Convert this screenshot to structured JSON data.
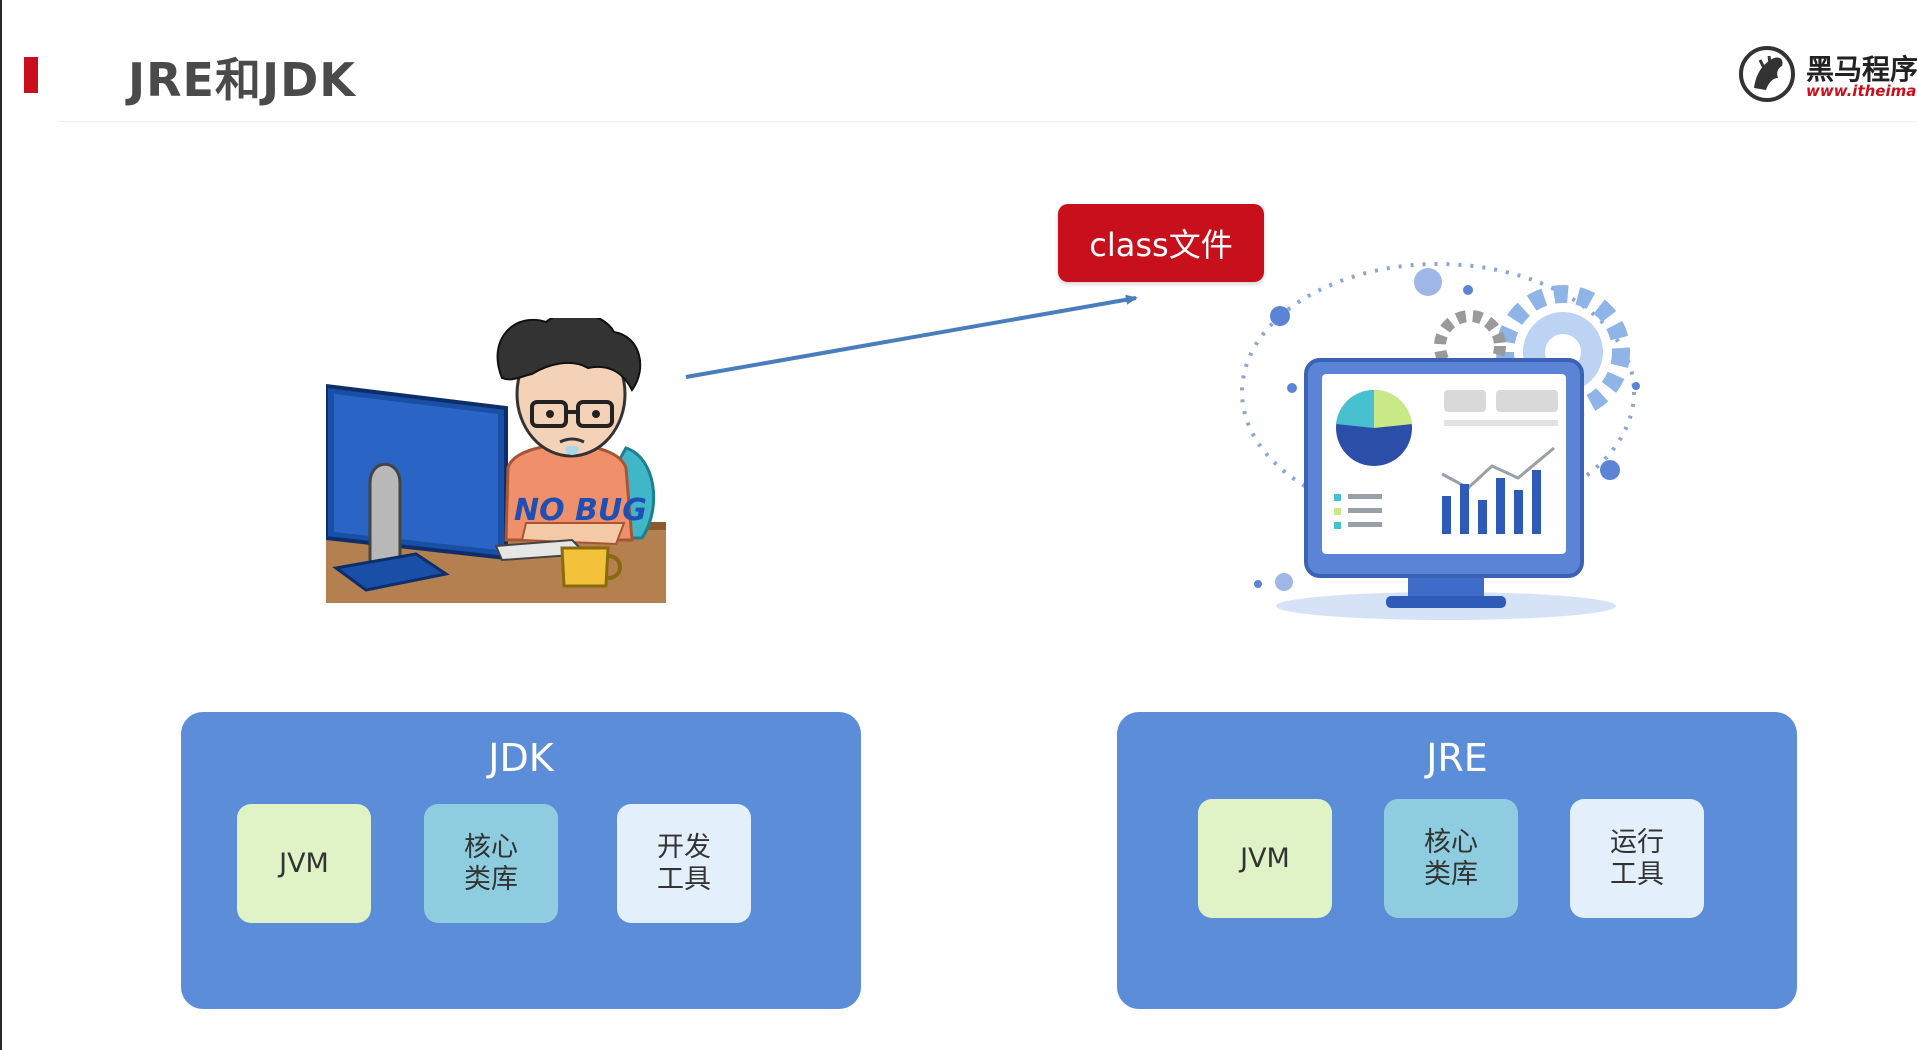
{
  "slide": {
    "title": "JRE和JDK",
    "accent_color": "#c8101d"
  },
  "logo": {
    "name": "黑马程序员",
    "url": "www.itheima.com",
    "icon": "horse-head-icon"
  },
  "flow": {
    "label": "class文件",
    "badge_color": "#c8101d",
    "arrow_color": "#4a7dbd"
  },
  "illustrations": {
    "developer": "developer-at-computer-icon",
    "developer_shirt_text": "NO BUG",
    "runtime": "monitor-with-gears-icon"
  },
  "colors": {
    "box": "#5b8dd9",
    "jvm": "#dff3c7",
    "core_lib": "#8ecde0",
    "tools": "#e3f0fb"
  },
  "groups": {
    "jdk": {
      "title": "JDK",
      "components": [
        "JVM",
        "核心\n类库",
        "开发\n工具"
      ]
    },
    "jre": {
      "title": "JRE",
      "components": [
        "JVM",
        "核心\n类库",
        "运行\n工具"
      ]
    }
  }
}
